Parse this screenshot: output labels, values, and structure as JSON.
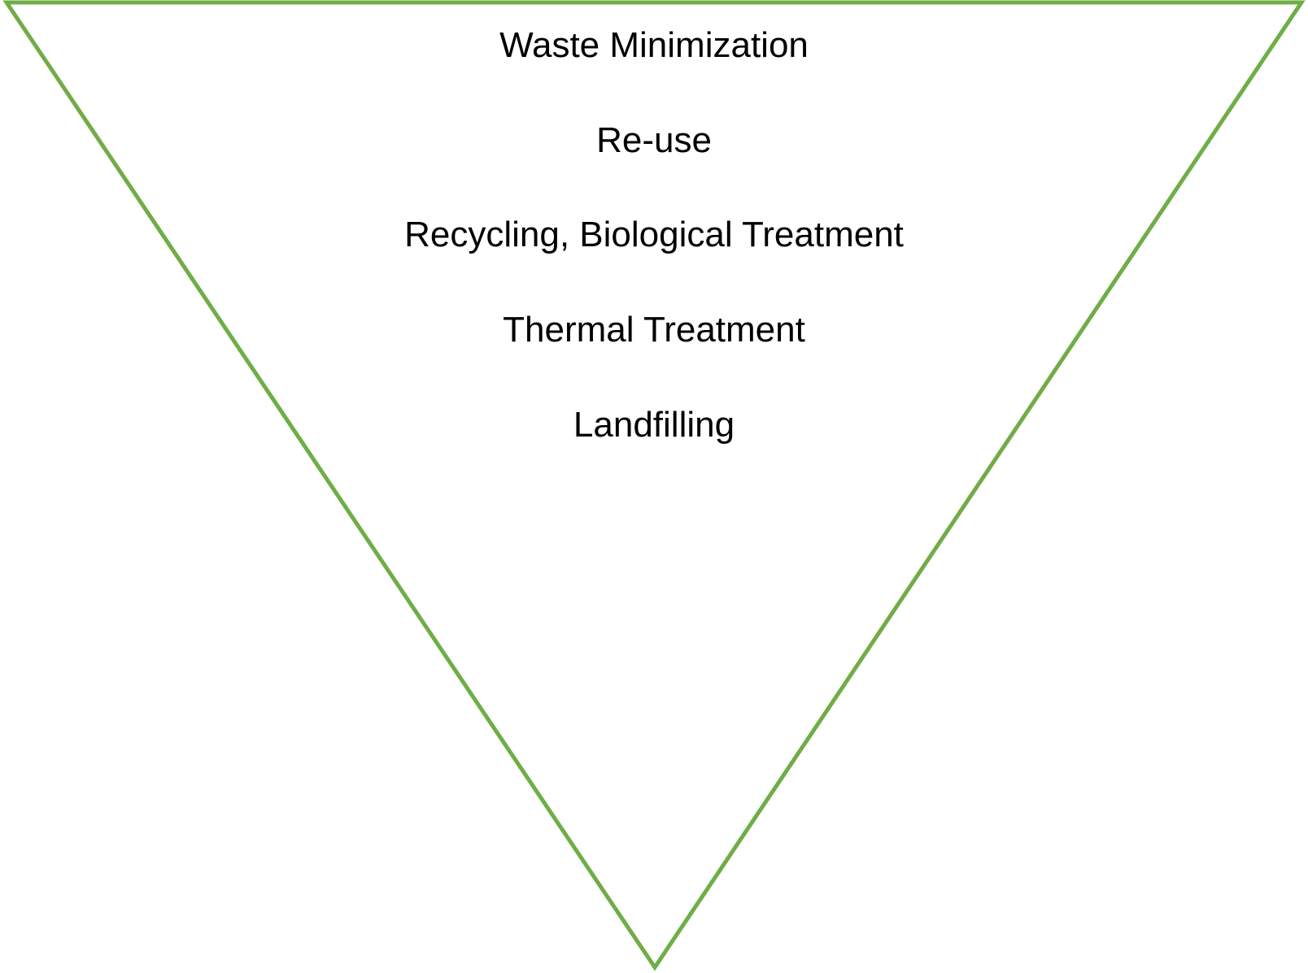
{
  "diagram": {
    "type": "inverted-pyramid",
    "outline_color": "#70ad47",
    "text_color": "#000000",
    "levels": [
      {
        "label": "Waste Minimization"
      },
      {
        "label": "Re-use"
      },
      {
        "label": "Recycling, Biological Treatment"
      },
      {
        "label": "Thermal Treatment"
      },
      {
        "label": "Landfilling"
      }
    ]
  }
}
